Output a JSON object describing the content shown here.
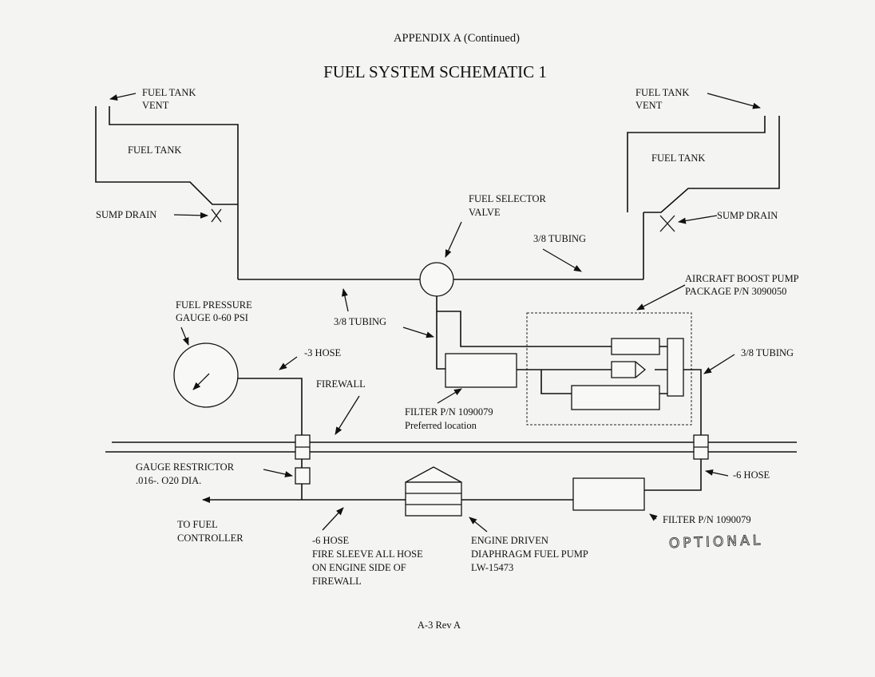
{
  "header": {
    "appendix": "APPENDIX  A (Continued)",
    "title": "FUEL SYSTEM SCHEMATIC   1"
  },
  "labels": {
    "left_vent_1": "FUEL TANK",
    "left_vent_2": "VENT",
    "left_tank": "FUEL TANK",
    "left_sump": "SUMP DRAIN",
    "right_vent_1": "FUEL TANK",
    "right_vent_2": "VENT",
    "right_tank": "FUEL TANK",
    "right_sump": "SUMP DRAIN",
    "selector_1": "FUEL SELECTOR",
    "selector_2": "VALVE",
    "tubing_top": "3/8 TUBING",
    "boost_1": "AIRCRAFT BOOST PUMP",
    "boost_2": "PACKAGE    P/N 3090050",
    "gauge_1": "FUEL PRESSURE",
    "gauge_2": "GAUGE   0-60 PSI",
    "tubing_mid": "3/8 TUBING",
    "hose3": "-3  HOSE",
    "tubing_right": "3/8 TUBING",
    "firewall": "FIREWALL",
    "filter_1": "FILTER   P/N 1090079",
    "filter_2": "Preferred location",
    "restrictor_1": "GAUGE RESTRICTOR",
    "restrictor_2": ".016-. O20 DIA.",
    "hose6_right": "-6  HOSE",
    "filter_opt": "FILTER   P/N 1090079",
    "optional": "OPTIONAL",
    "to_fuel_1": "TO FUEL",
    "to_fuel_2": "CONTROLLER",
    "hose6_1": "-6  HOSE",
    "hose6_2": "FIRE SLEEVE ALL HOSE",
    "hose6_3": "ON ENGINE SIDE OF",
    "hose6_4": "FIREWALL",
    "pump_1": "ENGINE DRIVEN",
    "pump_2": "DIAPHRAGM FUEL PUMP",
    "pump_3": "LW-15473"
  },
  "footer": "A-3     Rev A"
}
